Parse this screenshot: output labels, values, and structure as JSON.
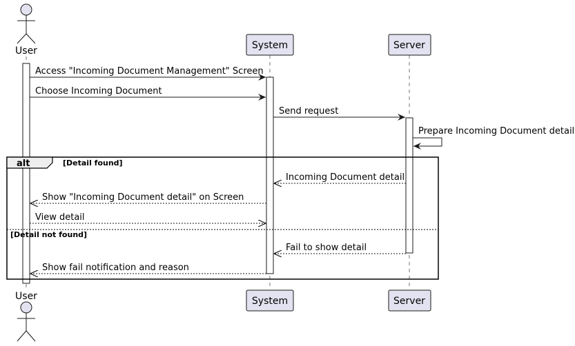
{
  "participants": {
    "user": {
      "name": "User",
      "kind": "actor"
    },
    "system": {
      "name": "System",
      "kind": "participant"
    },
    "server": {
      "name": "Server",
      "kind": "participant"
    }
  },
  "messages": [
    {
      "from": "User",
      "to": "System",
      "label": "Access \"Incoming Document Management\" Screen",
      "style": "solid"
    },
    {
      "from": "User",
      "to": "System",
      "label": "Choose Incoming Document",
      "style": "solid"
    },
    {
      "from": "System",
      "to": "Server",
      "label": "Send request",
      "style": "solid"
    },
    {
      "from": "Server",
      "to": "Server",
      "label": "Prepare Incoming Document detail",
      "style": "solid"
    },
    {
      "from": "Server",
      "to": "System",
      "label": "Incoming Document detail",
      "style": "dashed"
    },
    {
      "from": "System",
      "to": "User",
      "label": "Show \"Incoming Document detail\" on Screen",
      "style": "dashed"
    },
    {
      "from": "User",
      "to": "System",
      "label": "View detail",
      "style": "dashed"
    },
    {
      "from": "Server",
      "to": "System",
      "label": "Fail to show detail",
      "style": "dashed"
    },
    {
      "from": "System",
      "to": "User",
      "label": "Show fail notification and reason",
      "style": "dashed"
    }
  ],
  "fragment": {
    "keyword": "alt",
    "guard1": "[Detail found]",
    "guard2": "[Detail not found]"
  },
  "colors": {
    "participant_fill": "#E2E2F0",
    "participant_border": "#181818",
    "lifeline": "#181818",
    "fragment_tab_fill": "#EEEEEE"
  }
}
